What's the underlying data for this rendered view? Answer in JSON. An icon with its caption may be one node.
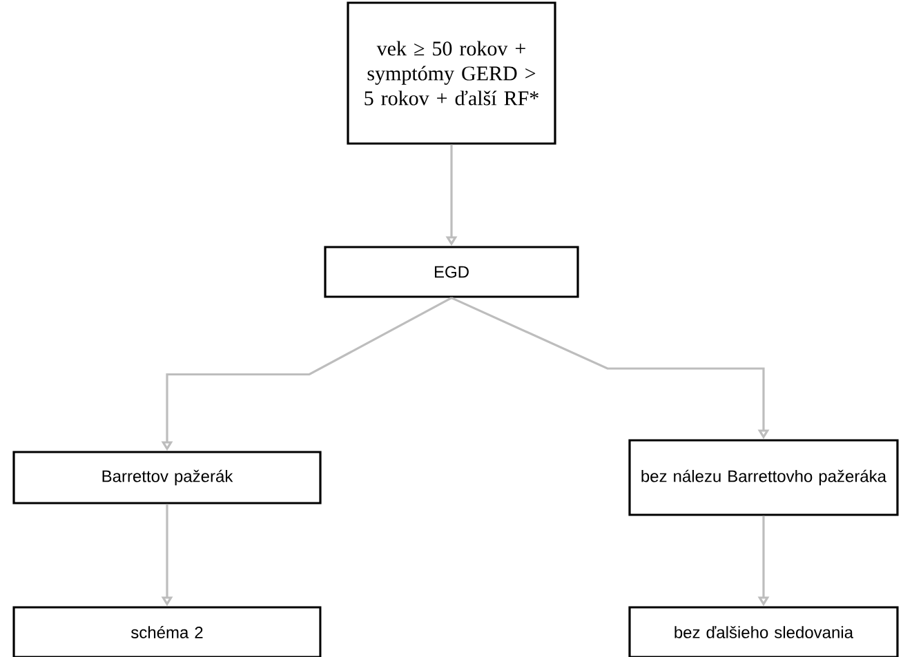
{
  "diagram": {
    "nodes": [
      {
        "text": [
          "vek ≥ 50 rokov + symptómy GERD > 5 rokov + ďalší RF*"
        ]
      },
      {
        "text": [
          "EGD"
        ]
      },
      {
        "text": [
          "Barrettov pažerák"
        ]
      },
      {
        "text": [
          "bez nálezu Barrettovho pažeráka"
        ]
      },
      {
        "text": [
          "schéma 2"
        ]
      },
      {
        "text": [
          "bez ďalšieho sledovania"
        ]
      }
    ],
    "edges": [
      {
        "from": 0,
        "to": 1,
        "arrow": "to"
      },
      {
        "from": 1,
        "to": 2,
        "arrow": "to"
      },
      {
        "from": 1,
        "to": 3,
        "arrow": "to"
      },
      {
        "from": 2,
        "to": 4,
        "arrow": "to"
      },
      {
        "from": 3,
        "to": 5,
        "arrow": "to"
      }
    ]
  }
}
